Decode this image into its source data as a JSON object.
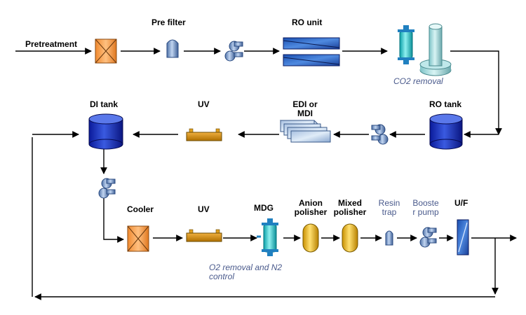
{
  "labels": {
    "pretreatment": "Pretreatment",
    "pre_filter": "Pre filter",
    "ro_unit": "RO unit",
    "co2_removal": "CO2 removal",
    "ro_tank": "RO tank",
    "edi_line1": "EDI or",
    "edi_line2": "MDI",
    "uv_top": "UV",
    "di_tank": "DI tank",
    "cooler": "Cooler",
    "uv_bottom": "UV",
    "mdg": "MDG",
    "anion_line1": "Anion",
    "anion_line2": "polisher",
    "mixed_line1": "Mixed",
    "mixed_line2": "polisher",
    "resin_line1": "Resin",
    "resin_line2": "trap",
    "booster_line1": "Booste",
    "booster_line2": "r pump",
    "uf": "U/F",
    "o2_line1": "O2 removal  and N2",
    "o2_line2": "control"
  },
  "colors": {
    "orange": "#f4a04a",
    "tank_blue": "#1f2fbf",
    "ro_blue": "#2a60c0",
    "cyan": "#16c4c4",
    "gold": "#e8b000",
    "uv_brown": "#c98a10",
    "pump_steel": "#6a90c0",
    "label_blue": "#4a5a8c"
  },
  "icons": {
    "cooler": "orange-crossed-box-icon",
    "pump": "pump-icon",
    "tank": "cylinder-tank-icon",
    "uv": "uv-lamp-icon"
  }
}
